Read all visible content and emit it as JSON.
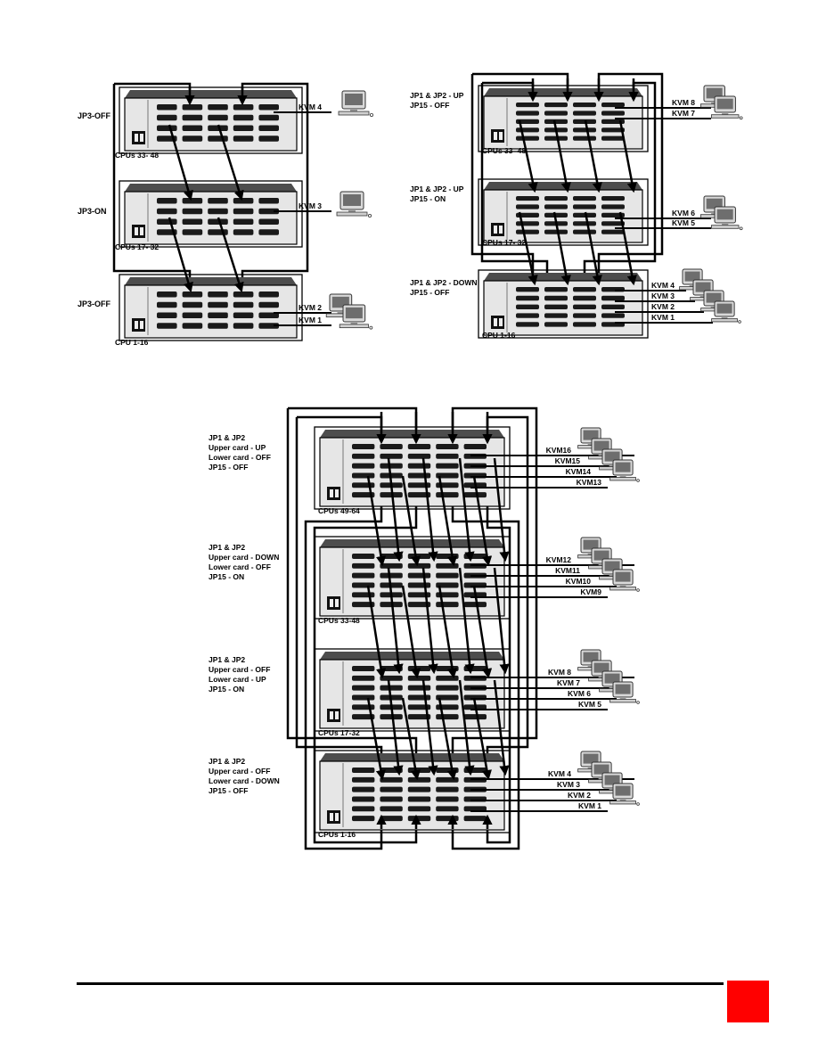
{
  "colors": {
    "accent": "#ff0000",
    "ink": "#000000",
    "unit_top": "#4d4d4d",
    "unit_body": "#e6e6e6"
  },
  "diagram1": {
    "units": [
      {
        "cpus": "CPUs 33- 48",
        "jp": [
          "JP3-OFF"
        ],
        "kvm": [
          "KVM 4"
        ]
      },
      {
        "cpus": "CPUs 17- 32",
        "jp": [
          "JP3-ON"
        ],
        "kvm": [
          "KVM 3"
        ]
      },
      {
        "cpus": "CPU 1-16",
        "jp": [
          "JP3-OFF"
        ],
        "kvm": [
          "KVM 2",
          "KVM 1"
        ]
      }
    ]
  },
  "diagram2": {
    "units": [
      {
        "cpus": "CPUs 33- 48",
        "jp": [
          "JP1 & JP2 - UP",
          "JP15 - OFF"
        ],
        "kvm": [
          "KVM 8",
          "KVM 7"
        ]
      },
      {
        "cpus": "CPUs 17- 32",
        "jp": [
          "JP1 & JP2 - UP",
          "JP15 - ON"
        ],
        "kvm": [
          "KVM 6",
          "KVM 5"
        ]
      },
      {
        "cpus": "CPU 1-16",
        "jp": [
          "JP1 & JP2 - DOWN",
          "JP15 - OFF"
        ],
        "kvm": [
          "KVM 4",
          "KVM 3",
          "KVM 2",
          "KVM 1"
        ]
      }
    ]
  },
  "diagram3": {
    "units": [
      {
        "cpus": "CPUs 49-64",
        "jp": [
          "JP1 & JP2",
          "Upper card - UP",
          "Lower card - OFF",
          "JP15 - OFF"
        ],
        "kvm": [
          "KVM16",
          "KVM15",
          "KVM14",
          "KVM13"
        ]
      },
      {
        "cpus": "CPUs 33-48",
        "jp": [
          "JP1 & JP2",
          "Upper card - DOWN",
          "Lower card - OFF",
          "JP15 - ON"
        ],
        "kvm": [
          "KVM12",
          "KVM11",
          "KVM10",
          "KVM9"
        ]
      },
      {
        "cpus": "CPUs 17-32",
        "jp": [
          "JP1 & JP2",
          "Upper card - OFF",
          "Lower card - UP",
          "JP15 - ON"
        ],
        "kvm": [
          "KVM 8",
          "KVM 7",
          "KVM 6",
          "KVM 5"
        ]
      },
      {
        "cpus": "CPUs 1-16",
        "jp": [
          "JP1 & JP2",
          "Upper card - OFF",
          "Lower card - DOWN",
          "JP15 - OFF"
        ],
        "kvm": [
          "KVM 4",
          "KVM 3",
          "KVM 2",
          "KVM 1"
        ]
      }
    ]
  }
}
